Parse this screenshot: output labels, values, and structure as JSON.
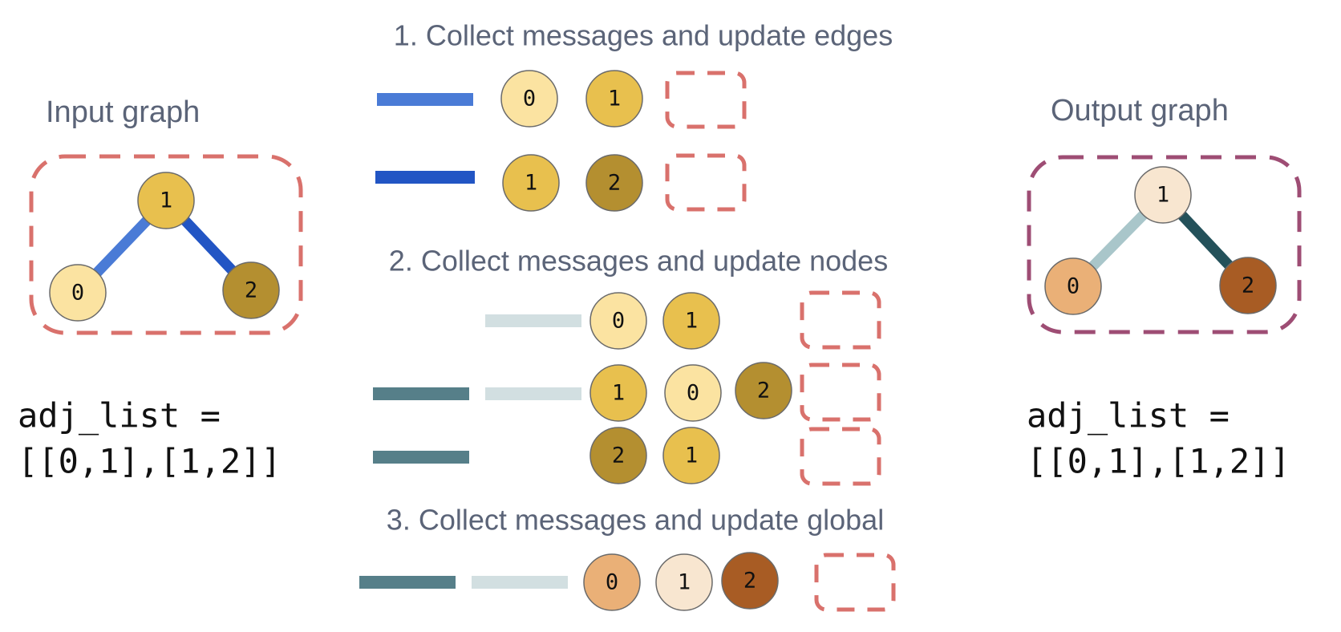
{
  "input_graph": {
    "title": "Input graph",
    "code_line1": "adj_list =",
    "code_line2": "[[0,1],[1,2]]",
    "nodes": [
      {
        "label": "0",
        "color": "#fbe3a1"
      },
      {
        "label": "1",
        "color": "#e8c04e"
      },
      {
        "label": "2",
        "color": "#b48f30"
      }
    ],
    "edge_colors": [
      "#4a7bd6",
      "#2255c4"
    ],
    "box_color": "#d9716c"
  },
  "step1": {
    "title": "1. Collect messages and update edges",
    "rows": [
      {
        "edge_color": "#4a7bd6",
        "nodes": [
          {
            "label": "0",
            "color": "#fbe3a1"
          },
          {
            "label": "1",
            "color": "#e8c04e"
          }
        ]
      },
      {
        "edge_color": "#2255c4",
        "nodes": [
          {
            "label": "1",
            "color": "#e8c04e"
          },
          {
            "label": "2",
            "color": "#b48f30"
          }
        ]
      }
    ]
  },
  "step2": {
    "title": "2. Collect messages and update nodes",
    "rows": [
      {
        "edges": [
          "#d2dfe1"
        ],
        "nodes": [
          {
            "label": "0",
            "color": "#fbe3a1"
          },
          {
            "label": "1",
            "color": "#e8c04e"
          }
        ]
      },
      {
        "edges": [
          "#567f89",
          "#d2dfe1"
        ],
        "nodes": [
          {
            "label": "1",
            "color": "#e8c04e"
          },
          {
            "label": "0",
            "color": "#fbe3a1"
          },
          {
            "label": "2",
            "color": "#b48f30"
          }
        ]
      },
      {
        "edges": [
          "#567f89"
        ],
        "nodes": [
          {
            "label": "2",
            "color": "#b48f30"
          },
          {
            "label": "1",
            "color": "#e8c04e"
          }
        ]
      }
    ]
  },
  "step3": {
    "title": "3. Collect messages and update global",
    "edges": [
      "#567f89",
      "#d2dfe1"
    ],
    "nodes": [
      {
        "label": "0",
        "color": "#eab077"
      },
      {
        "label": "1",
        "color": "#f8e6d0"
      },
      {
        "label": "2",
        "color": "#a85c24"
      }
    ]
  },
  "output_graph": {
    "title": "Output graph",
    "code_line1": "adj_list =",
    "code_line2": "[[0,1],[1,2]]",
    "nodes": [
      {
        "label": "0",
        "color": "#eab077"
      },
      {
        "label": "1",
        "color": "#f8e6d0"
      },
      {
        "label": "2",
        "color": "#a85c24"
      }
    ],
    "edge_colors": [
      "#a9c6ca",
      "#24515a"
    ],
    "box_color": "#9e4d74"
  },
  "placeholder_color": "#d9716c"
}
